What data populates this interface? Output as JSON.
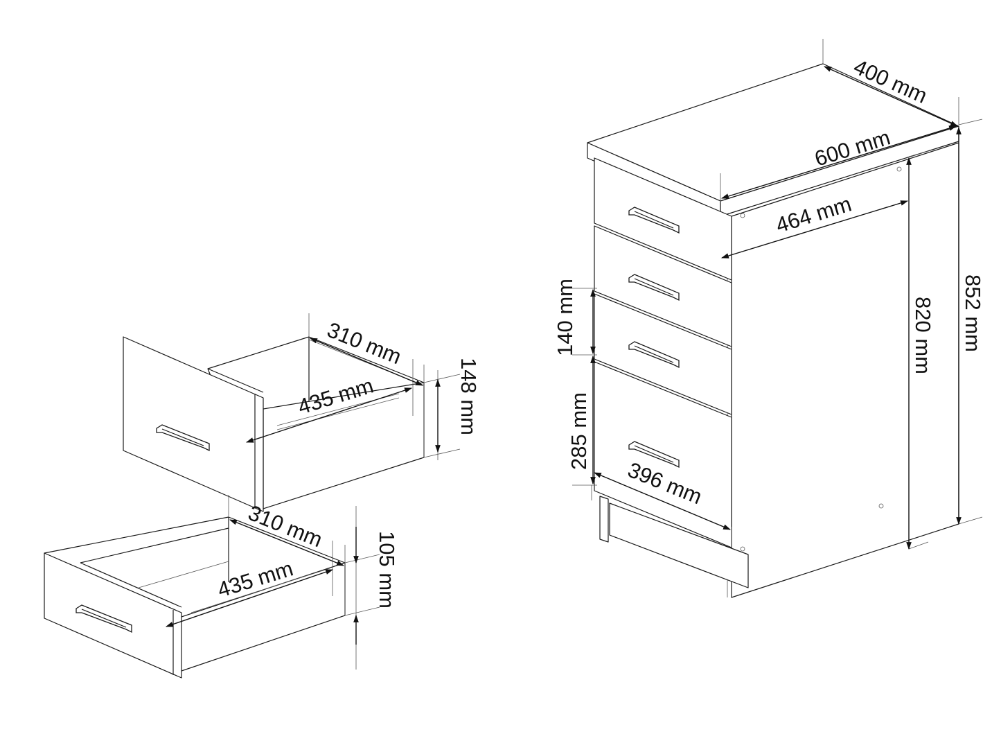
{
  "dimensions": {
    "cabinet_depth": "400 mm",
    "cabinet_width": "600 mm",
    "inner_depth": "464 mm",
    "cabinet_height": "852 mm",
    "body_height": "820 mm",
    "small_drawer_front_height": "140 mm",
    "large_drawer_front_height": "285 mm",
    "drawer_front_width": "396 mm",
    "upper_drawer_inner_width": "310 mm",
    "upper_drawer_length": "435 mm",
    "upper_drawer_height": "148 mm",
    "lower_drawer_inner_width": "310 mm",
    "lower_drawer_length": "435 mm",
    "lower_drawer_height": "105 mm"
  },
  "colors": {
    "line": "#1a1a1a",
    "background": "#ffffff"
  },
  "icons": {
    "arrowhead": "dimension-arrowhead-icon",
    "handle": "bar-handle-icon"
  }
}
